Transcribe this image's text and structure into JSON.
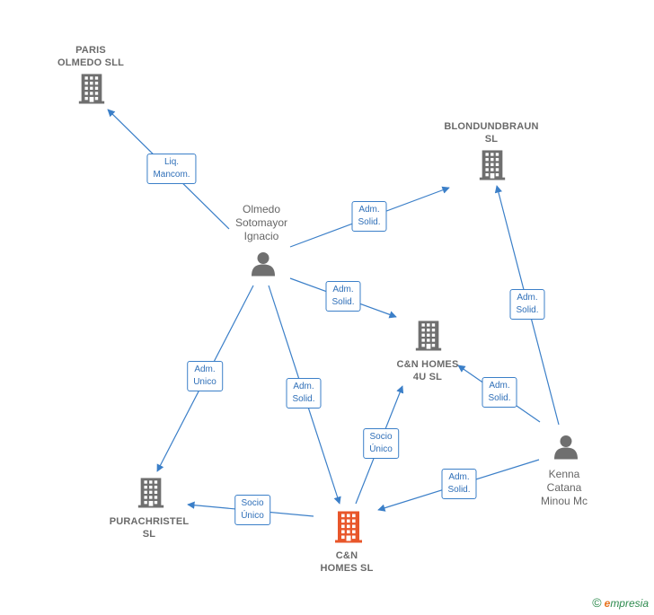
{
  "nodes": {
    "paris": {
      "label": "PARIS\nOLMEDO SLL",
      "kind": "company"
    },
    "blond": {
      "label": "BLONDUNDBRAUN\nSL",
      "kind": "company"
    },
    "olmedo": {
      "label": "Olmedo\nSotomayor\nIgnacio",
      "kind": "person"
    },
    "cnh4u": {
      "label": "C&N HOMES\n4U  SL",
      "kind": "company"
    },
    "kenna": {
      "label": "Kenna\nCatana\nMinou Mc",
      "kind": "person"
    },
    "pura": {
      "label": "PURACHRISTEL\nSL",
      "kind": "company"
    },
    "cnh": {
      "label": "C&N\nHOMES  SL",
      "kind": "company-focus"
    }
  },
  "edges": [
    {
      "id": "e1",
      "from": "olmedo",
      "to": "paris",
      "label": "Liq.\nMancom."
    },
    {
      "id": "e2",
      "from": "olmedo",
      "to": "blond",
      "label": "Adm.\nSolid."
    },
    {
      "id": "e3",
      "from": "olmedo",
      "to": "cnh4u",
      "label": "Adm.\nSolid."
    },
    {
      "id": "e4",
      "from": "olmedo",
      "to": "pura",
      "label": "Adm.\nUnico"
    },
    {
      "id": "e5",
      "from": "olmedo",
      "to": "cnh",
      "label": "Adm.\nSolid."
    },
    {
      "id": "e6",
      "from": "kenna",
      "to": "blond",
      "label": "Adm.\nSolid."
    },
    {
      "id": "e7",
      "from": "kenna",
      "to": "cnh4u",
      "label": "Adm.\nSolid."
    },
    {
      "id": "e8",
      "from": "kenna",
      "to": "cnh",
      "label": "Adm.\nSolid."
    },
    {
      "id": "e9",
      "from": "cnh",
      "to": "cnh4u",
      "label": "Socio\nÚnico"
    },
    {
      "id": "e10",
      "from": "cnh",
      "to": "pura",
      "label": "Socio\nÚnico"
    }
  ],
  "colors": {
    "edge": "#3b7fc8",
    "company_icon": "#6f6f6f",
    "focus_icon": "#e8562a",
    "person_icon": "#6f6f6f"
  },
  "brand": {
    "symbol": "©",
    "e": "e",
    "rest": "mpresia"
  }
}
